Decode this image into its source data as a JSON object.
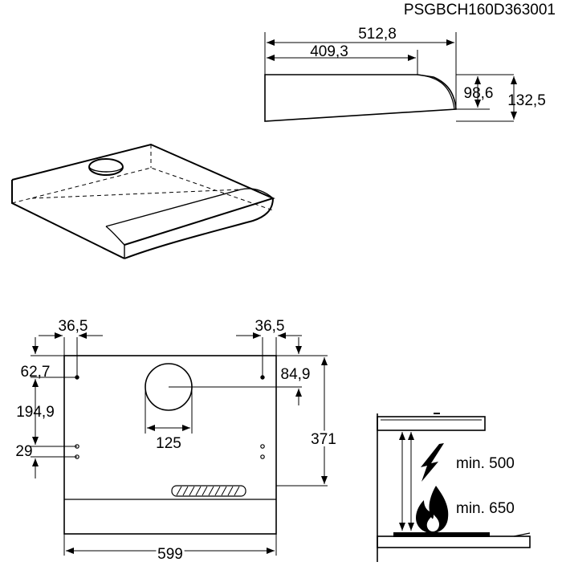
{
  "drawing": {
    "model_code": "PSGBCH160D363001",
    "side_view": {
      "total_depth": "512,8",
      "body_depth": "409,3",
      "front_height": "98,6",
      "total_height": "132,5"
    },
    "bottom_view": {
      "left_hole_offset_x": "36,5",
      "right_hole_offset_x": "36,5",
      "left_hole_offset_y": "62,7",
      "hole_spacing_y": "194,9",
      "lower_hole_spacing": "29",
      "right_hole_offset_y": "84,9",
      "duct_diameter": "125",
      "depth": "371",
      "width": "599"
    },
    "installation": {
      "electric_label": "min. 500",
      "gas_label": "min. 650",
      "electric_icon": "lightning-icon",
      "gas_icon": "flame-icon"
    }
  }
}
